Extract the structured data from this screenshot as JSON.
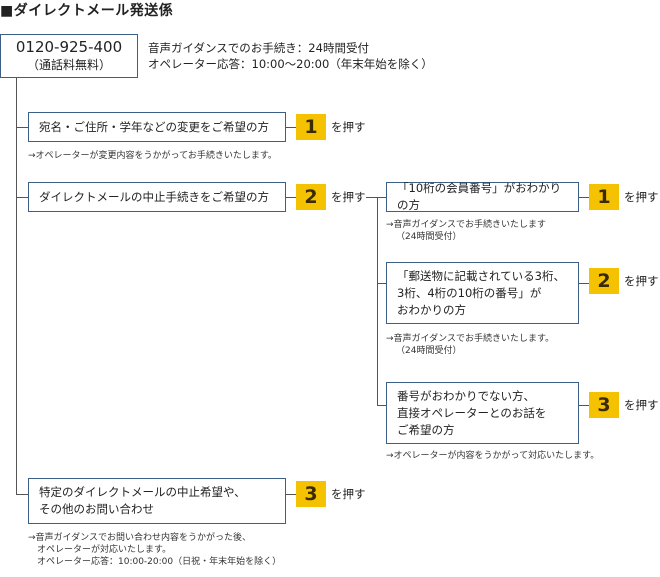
{
  "title": "■ダイレクトメール発送係",
  "phone": {
    "number": "0120-925-400",
    "note": "（通話料無料）"
  },
  "info": {
    "line1": "音声ガイダンスでのお手続き：24時間受付",
    "line2": "オペレーター応答：10:00～20:00（年末年始を除く）"
  },
  "press_label": "を押す",
  "options": {
    "opt1": {
      "label": "宛名・ご住所・学年などの変更をご希望の方",
      "key": "1",
      "note": "→オペレーターが変更内容をうかがってお手続きいたします。"
    },
    "opt2": {
      "label": "ダイレクトメールの中止手続きをご希望の方",
      "key": "2"
    },
    "opt3": {
      "label1": "特定のダイレクトメールの中止希望や、",
      "label2": "その他のお問い合わせ",
      "key": "3",
      "note1": "→音声ガイダンスでお問い合わせ内容をうかがった後、",
      "note2": "　オペレーターが対応いたします。",
      "note3": "　オペレーター応答：10:00-20:00（日祝・年末年始を除く）"
    }
  },
  "sub_options": {
    "sub1": {
      "label": "「10桁の会員番号」がおわかりの方",
      "key": "1",
      "note1": "→音声ガイダンスでお手続きいたします",
      "note2": "（24時間受付）"
    },
    "sub2": {
      "label1": "「郵送物に記載されている3桁、",
      "label2": "3桁、4桁の10桁の番号」が",
      "label3": "おわかりの方",
      "key": "2",
      "note1": "→音声ガイダンスでお手続きいたします。",
      "note2": "（24時間受付）"
    },
    "sub3": {
      "label1": "番号がおわかりでない方、",
      "label2": "直接オペレーターとのお話を",
      "label3": "ご希望の方",
      "key": "3",
      "note": "→オペレーターが内容をうかがって対応いたします。"
    }
  },
  "colors": {
    "accent": "#f4c200",
    "border": "#3b5f86",
    "line": "#555555"
  }
}
